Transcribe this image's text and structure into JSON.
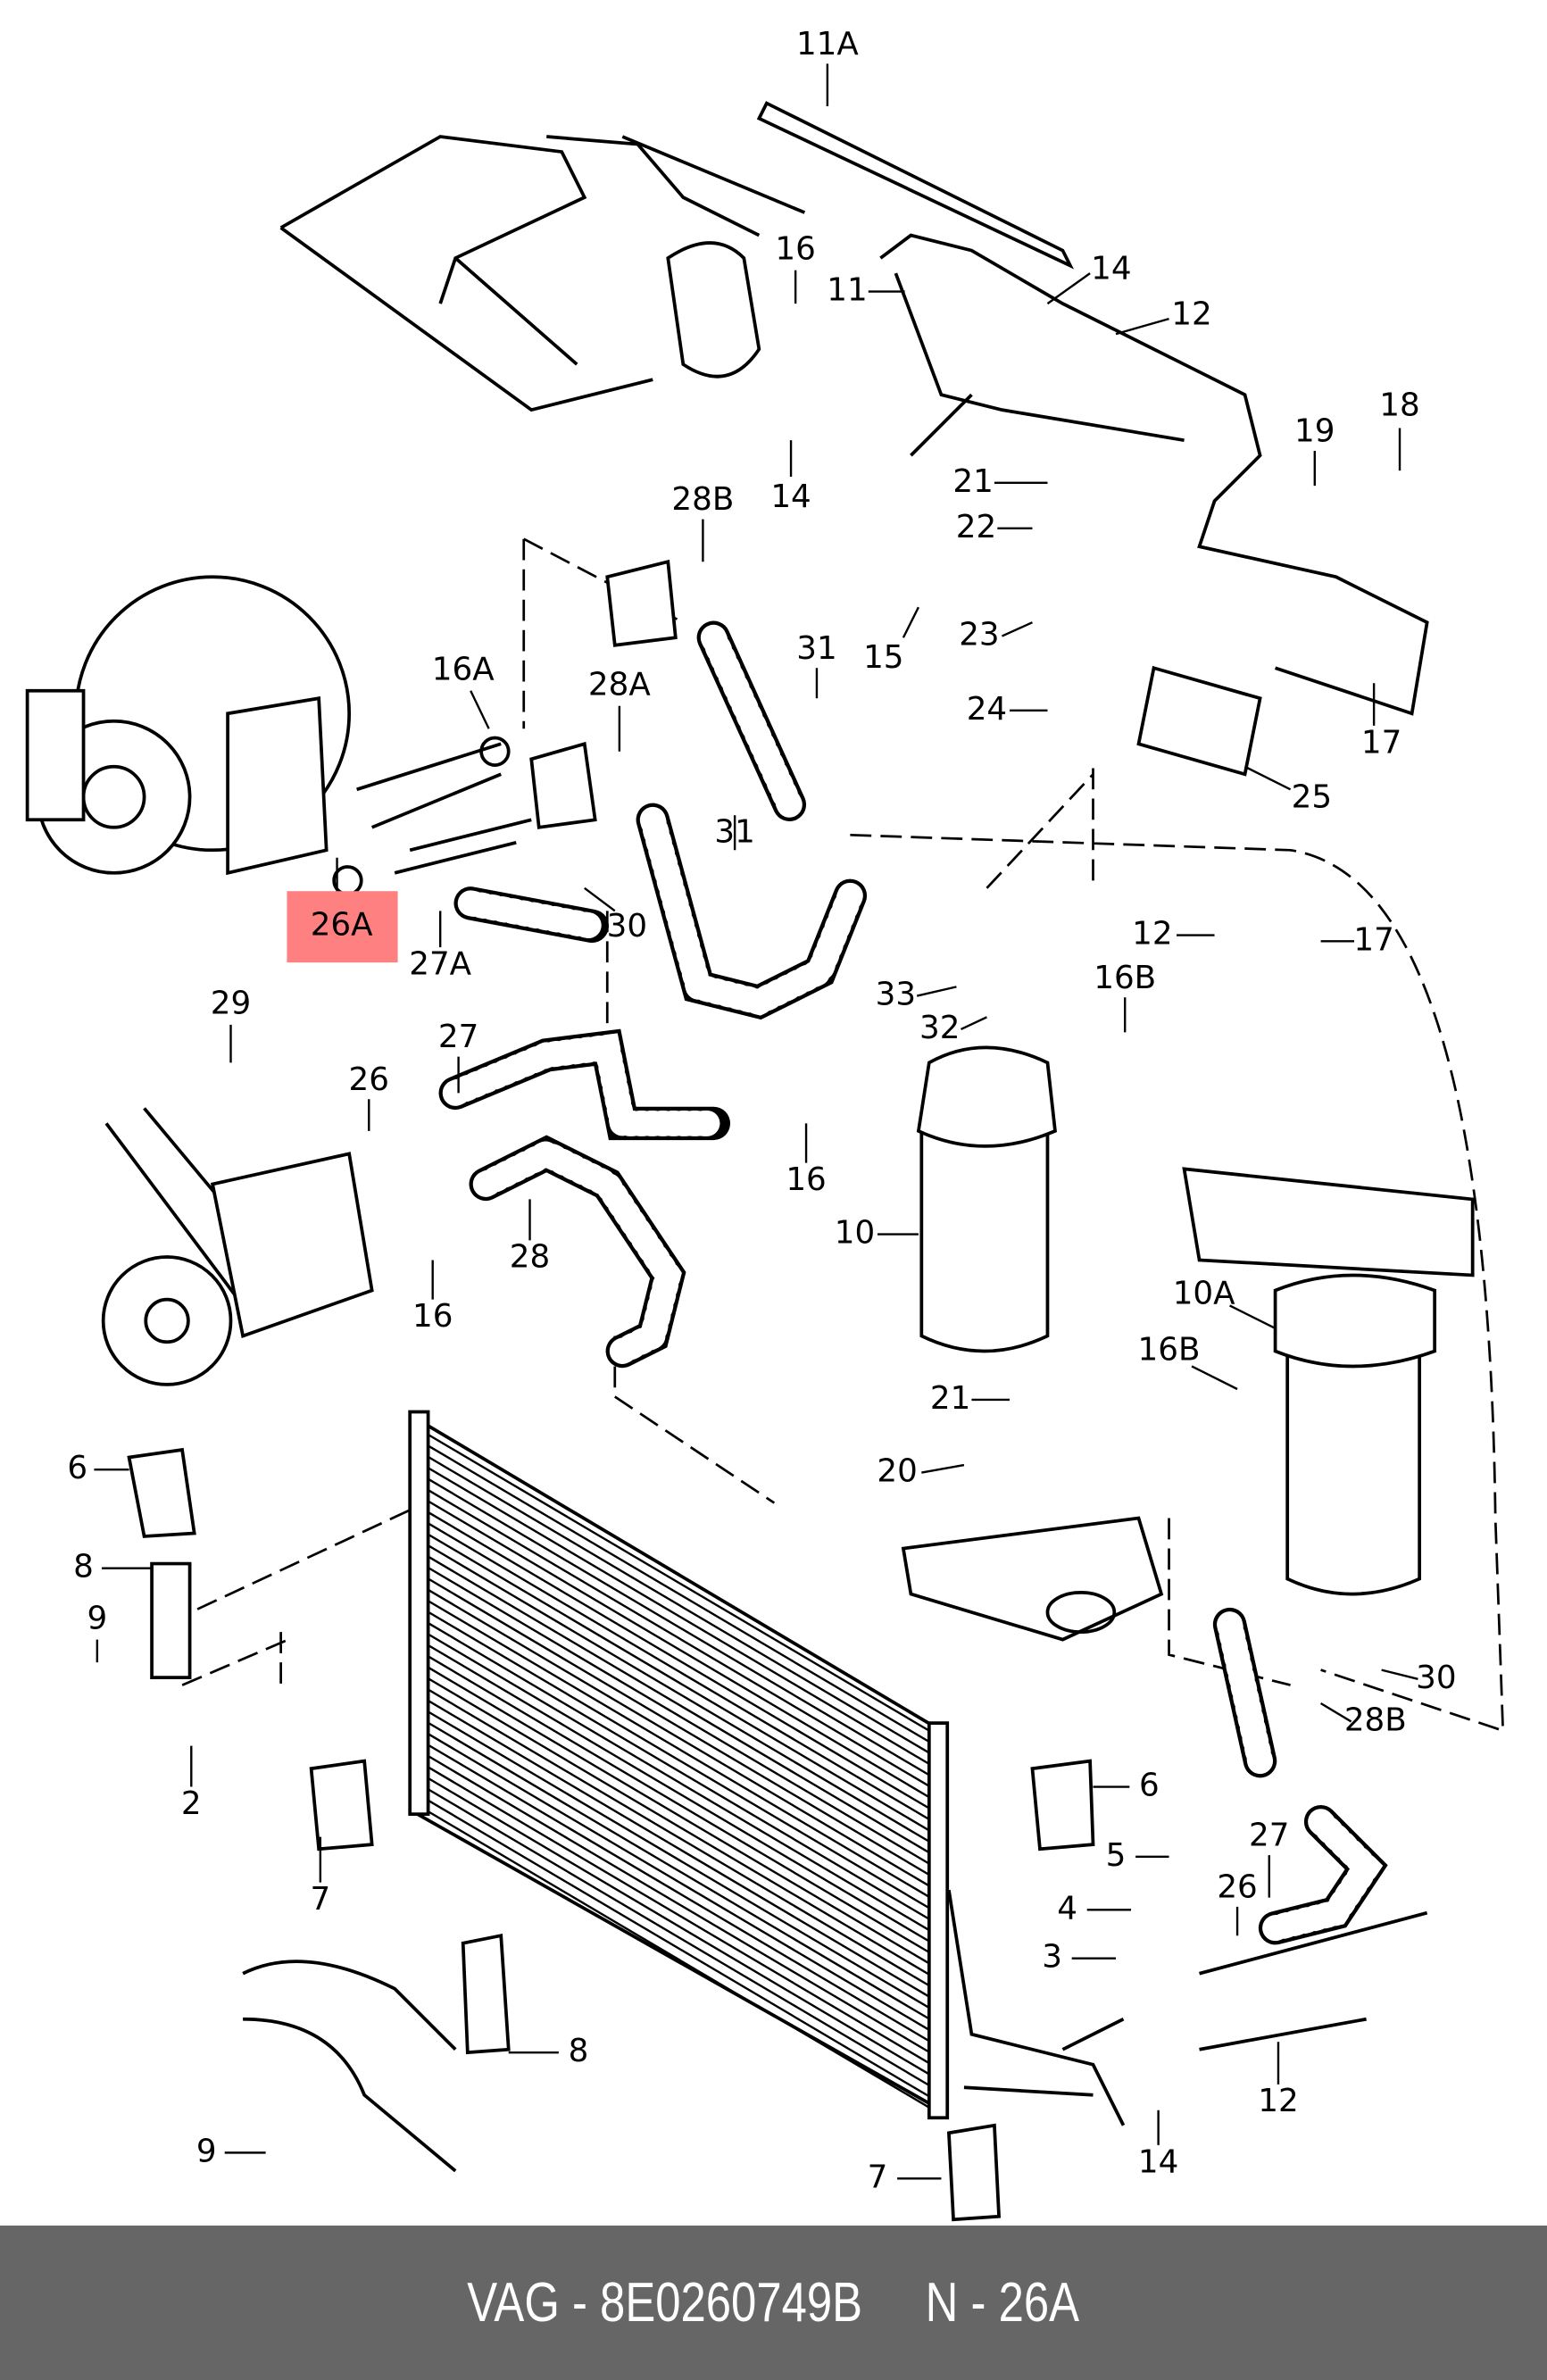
{
  "diagram": {
    "highlighted_label": "26A",
    "highlight_color": "#ff8080",
    "labels": [
      "11A",
      "16",
      "14",
      "11",
      "12",
      "19",
      "18",
      "21",
      "14",
      "28B",
      "22",
      "15",
      "23",
      "31",
      "16A",
      "28A",
      "24",
      "17",
      "25",
      "31",
      "26A",
      "30",
      "27A",
      "12",
      "17",
      "33",
      "32",
      "16B",
      "29",
      "27",
      "26",
      "16",
      "10",
      "28",
      "16",
      "10A",
      "16B",
      "21",
      "20",
      "6",
      "8",
      "9",
      "30",
      "28B",
      "2",
      "6",
      "27",
      "5",
      "7",
      "26",
      "4",
      "3",
      "8",
      "12",
      "9",
      "14",
      "7"
    ]
  },
  "footer": {
    "text": "VAG - 8E0260749B     N - 26A",
    "background": "#666666"
  }
}
